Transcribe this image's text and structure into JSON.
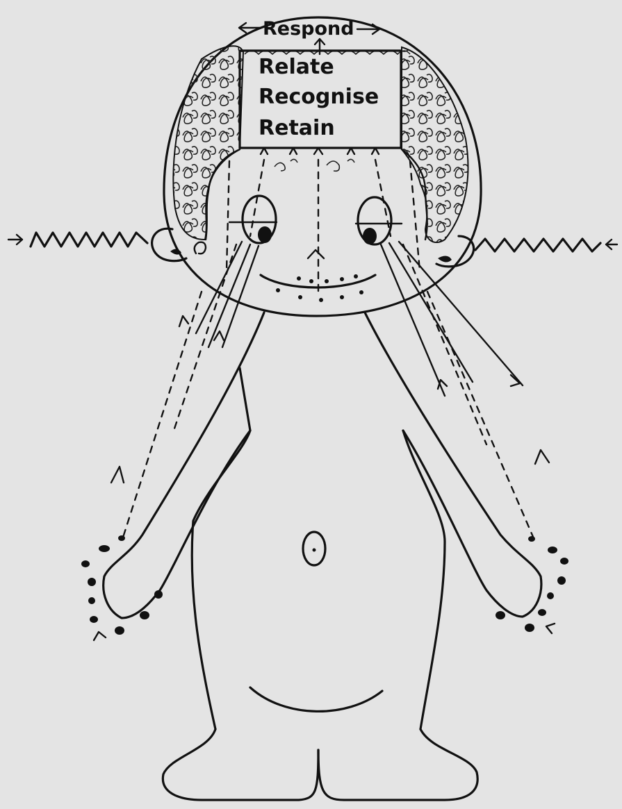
{
  "diagram": {
    "top_label": "Respond",
    "box_lines": [
      "Relate",
      "Recognise",
      "Retain"
    ]
  }
}
